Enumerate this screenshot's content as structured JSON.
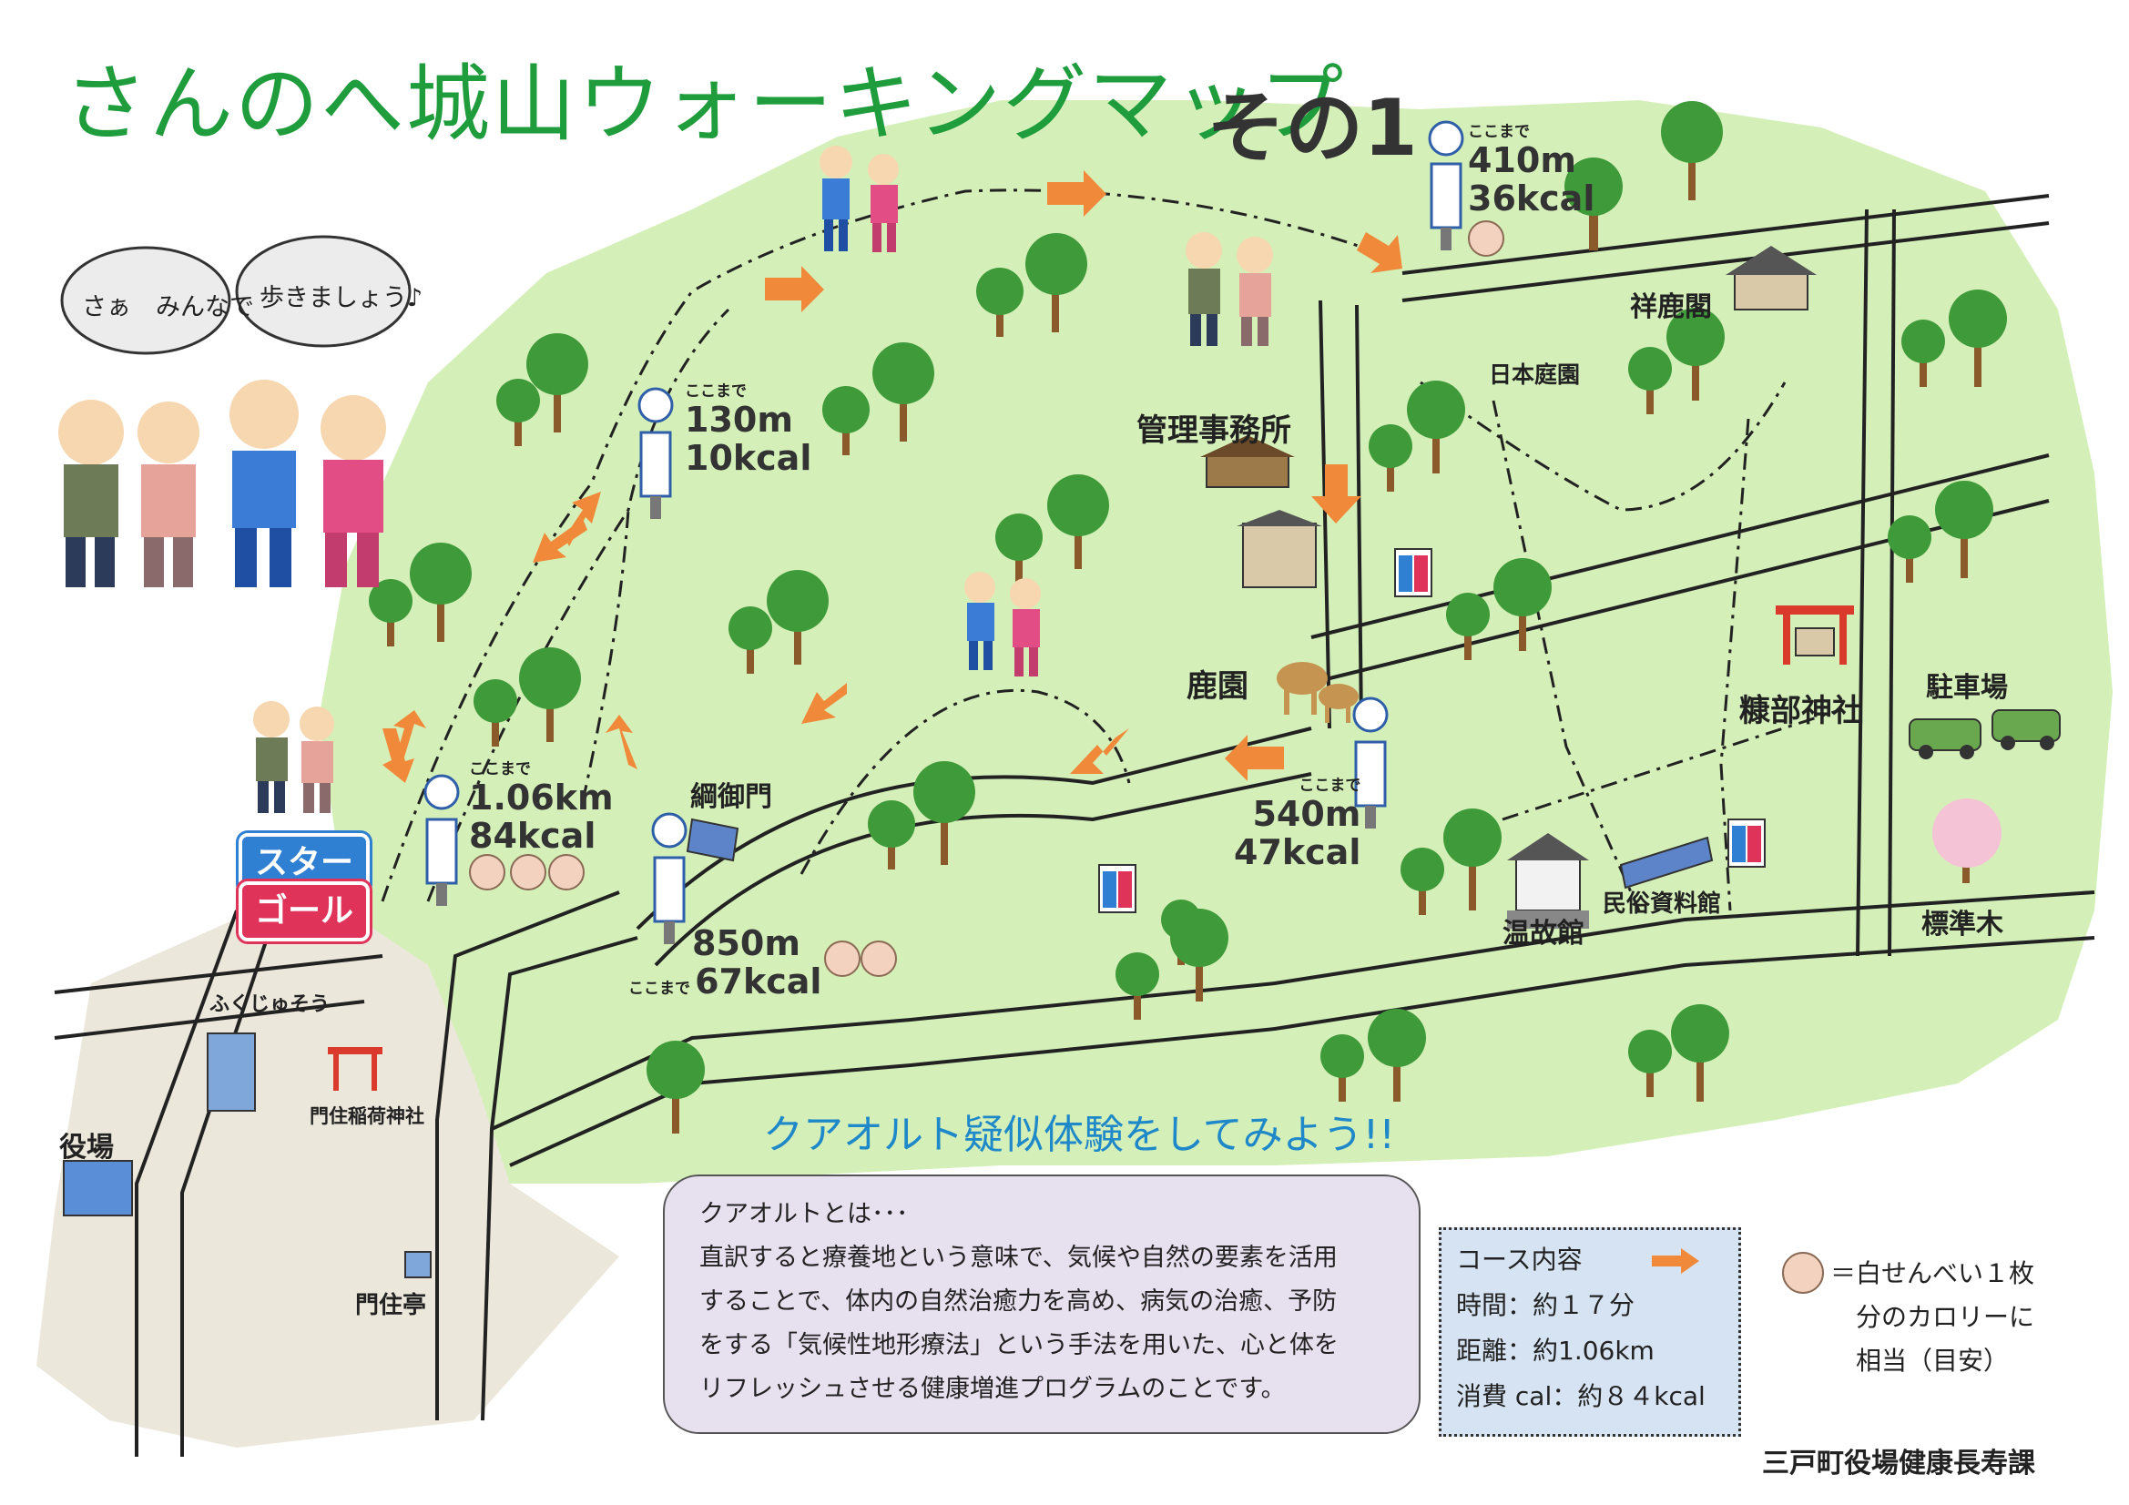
{
  "title": "さんのへ城山ウォーキングマップ",
  "title_suffix": "その1",
  "bubbles": {
    "left": "さぁ　みんなで",
    "right": "歩きましょう♪"
  },
  "start_label": "スタート",
  "goal_label": "ゴール",
  "places": {
    "shokaku": "祥鹿閣",
    "garden": "日本庭園",
    "office": "管理事務所",
    "deer": "鹿園",
    "gate": "綱御門",
    "shrine": "糠部神社",
    "parking": "駐車場",
    "onko": "温故館",
    "folk": "民俗資料館",
    "standard_tree": "標準木",
    "fukuju": "ふくじゅそう",
    "inari": "門住稲荷神社",
    "town_hall": "役場",
    "kadozumi": "門住亭"
  },
  "checkpoints": [
    {
      "prefix": "ここまで",
      "distance": "410m",
      "kcal": "36kcal",
      "coins": 1
    },
    {
      "prefix": "ここまで",
      "distance": "130m",
      "kcal": "10kcal",
      "coins": 0
    },
    {
      "prefix": "ここまで",
      "distance": "540m",
      "kcal": "47kcal",
      "coins": 0
    },
    {
      "prefix": "ここまで",
      "distance": "850m",
      "kcal": "67kcal",
      "coins": 2
    },
    {
      "prefix": "ここまで",
      "distance": "1.06km",
      "kcal": "84kcal",
      "coins": 3
    }
  ],
  "kurort_heading": "クアオルト疑似体験をしてみよう!!",
  "info": {
    "line1": "クアオルトとは･･･",
    "line2": "直訳すると療養地という意味で、気候や自然の要素を活用",
    "line3": "することで、体内の自然治癒力を高め、病気の治癒、予防",
    "line4": "をする「気候性地形療法」という手法を用いた、心と体を",
    "line5": "リフレッシュさせる健康増進プログラムのことです。"
  },
  "course": {
    "heading": "コース内容",
    "time": "時間：約１７分",
    "distance": "距離：約1.06km",
    "calories": "消費 cal：約８４kcal"
  },
  "legend": {
    "line1": "＝白せんべい１枚",
    "line2": "分のカロリーに",
    "line3": "相当（目安）"
  },
  "footer": "三戸町役場健康長寿課",
  "colors": {
    "park_green": "#d4f0b8",
    "title_green": "#1f9c3c",
    "arrow_orange": "#f08a3a",
    "town_beige": "#ebe7db",
    "info_purple": "#e7e0ef",
    "course_blue": "#d6e3f2",
    "start_blue": "#2f7fd3",
    "goal_red": "#e0335a"
  }
}
